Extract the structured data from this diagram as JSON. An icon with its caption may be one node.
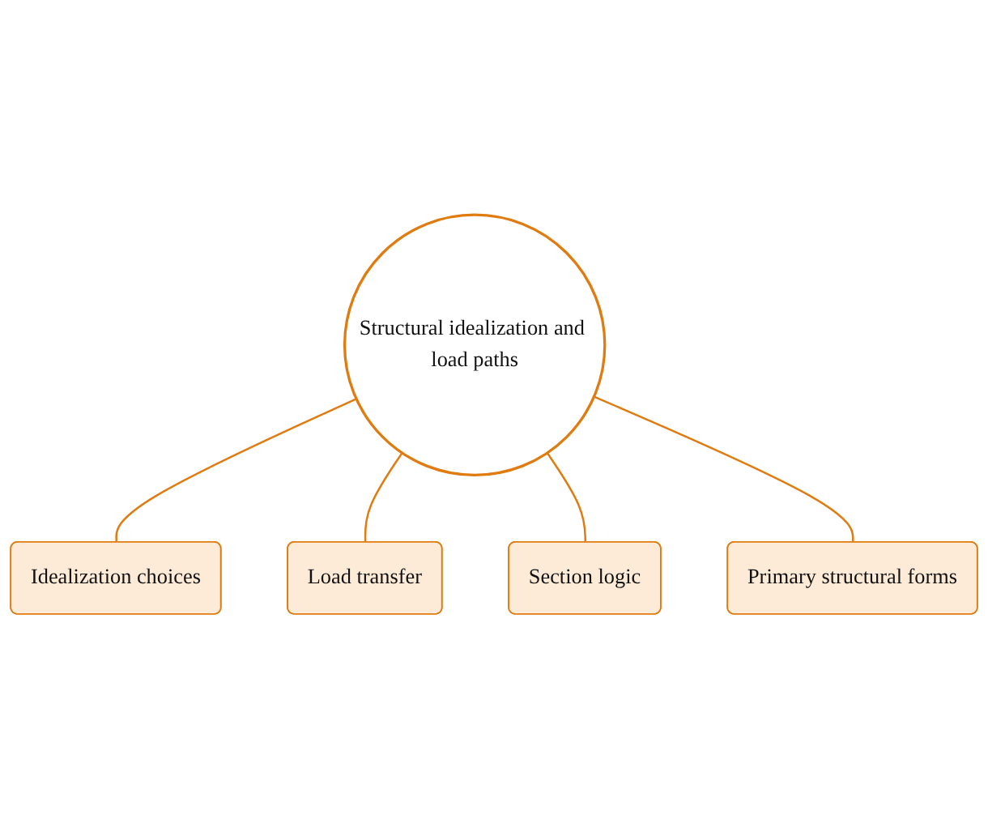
{
  "diagram": {
    "nodes": [
      {
        "text": [
          "Structural idealization and load paths"
        ]
      },
      {
        "text": [
          "Idealization choices"
        ]
      },
      {
        "text": [
          "Load transfer"
        ]
      },
      {
        "text": [
          "Section logic"
        ]
      },
      {
        "text": [
          "Primary structural forms"
        ]
      }
    ],
    "edges": [
      {
        "from": 0,
        "to": 1,
        "arrow": "none"
      },
      {
        "from": 0,
        "to": 2,
        "arrow": "none"
      },
      {
        "from": 0,
        "to": 3,
        "arrow": "none"
      },
      {
        "from": 0,
        "to": 4,
        "arrow": "none"
      }
    ]
  }
}
